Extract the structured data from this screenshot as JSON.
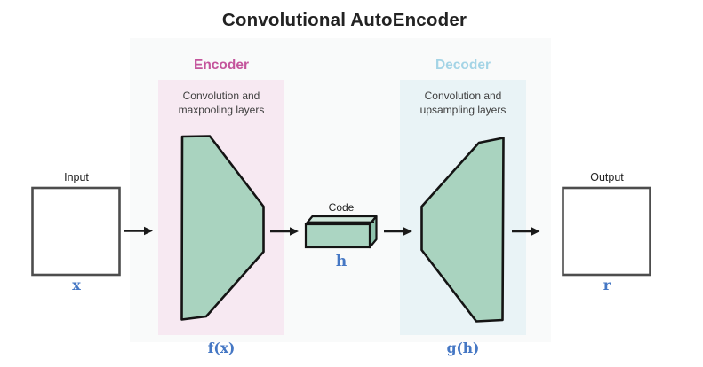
{
  "title": "Convolutional AutoEncoder",
  "encoder": {
    "label": "Encoder",
    "description": "Convolution and maxpooling layers",
    "function_label": "f(x)"
  },
  "decoder": {
    "label": "Decoder",
    "description": "Convolution and upsampling layers",
    "function_label": "g(h)"
  },
  "input": {
    "label": "Input",
    "symbol": "x"
  },
  "output": {
    "label": "Output",
    "symbol": "r"
  },
  "code": {
    "label": "Code",
    "symbol": "h"
  },
  "colors": {
    "encoder_accent": "#c4559c",
    "decoder_accent": "#a4d4e6",
    "encoder_panel": "#f7e9f2",
    "decoder_panel": "#e9f3f6",
    "shape_green": "#a9d3bf",
    "symbol_blue": "#4577c4",
    "outline_black": "#141414",
    "io_border_gray": "#4d4d4d",
    "background_box": "#f9fafa"
  }
}
